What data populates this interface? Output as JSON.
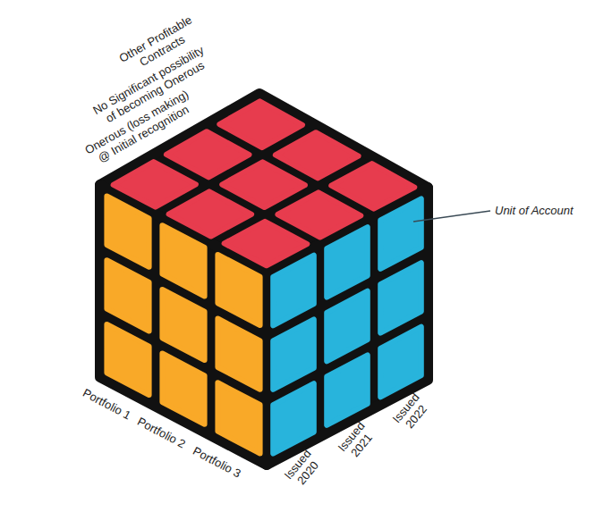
{
  "diagram": {
    "labels": [
      "Other Profitable Contracts",
      "No Significant possibility of becoming Onerous",
      "Onerous (loss making) @ Initial recognition",
      "Unit of Account",
      "Portfolio 1",
      "Portfolio 2",
      "Portfolio 3",
      "Issued 2020",
      "Issued 2021",
      "Issued 2022"
    ]
  }
}
